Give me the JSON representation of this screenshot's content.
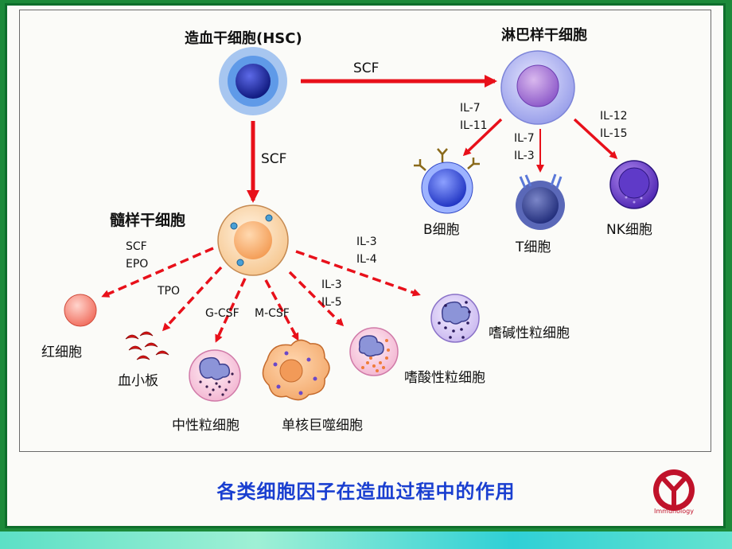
{
  "caption": "各类细胞因子在造血过程中的作用",
  "logo_text": "Immunology",
  "nodes": {
    "hsc": "造血干细胞(HSC)",
    "lymphoid": "淋巴样干细胞",
    "myeloid": "髓样干细胞",
    "b_cell": "B细胞",
    "t_cell": "T细胞",
    "nk_cell": "NK细胞",
    "erythrocyte": "红细胞",
    "platelet": "血小板",
    "neutrophil": "中性粒细胞",
    "macrophage": "单核巨噬细胞",
    "eosinophil": "嗜酸性粒细胞",
    "basophil": "嗜碱性粒细胞"
  },
  "factors": {
    "hsc_to_lymphoid": "SCF",
    "hsc_to_myeloid": "SCF",
    "to_b_1": "IL-7",
    "to_b_2": "IL-11",
    "to_t_1": "IL-7",
    "to_t_2": "IL-3",
    "to_nk_1": "IL-12",
    "to_nk_2": "IL-15",
    "to_ery_1": "SCF",
    "to_ery_2": "EPO",
    "to_platelet": "TPO",
    "to_neutrophil": "G-CSF",
    "to_macrophage": "M-CSF",
    "to_eos_1": "IL-3",
    "to_eos_2": "IL-5",
    "to_baso_1": "IL-3",
    "to_baso_2": "IL-4"
  },
  "colors": {
    "arrow": "#e8101a",
    "caption": "#1a3fd0",
    "frame_green": "#1c8a3a",
    "logo_red": "#c0122a"
  }
}
